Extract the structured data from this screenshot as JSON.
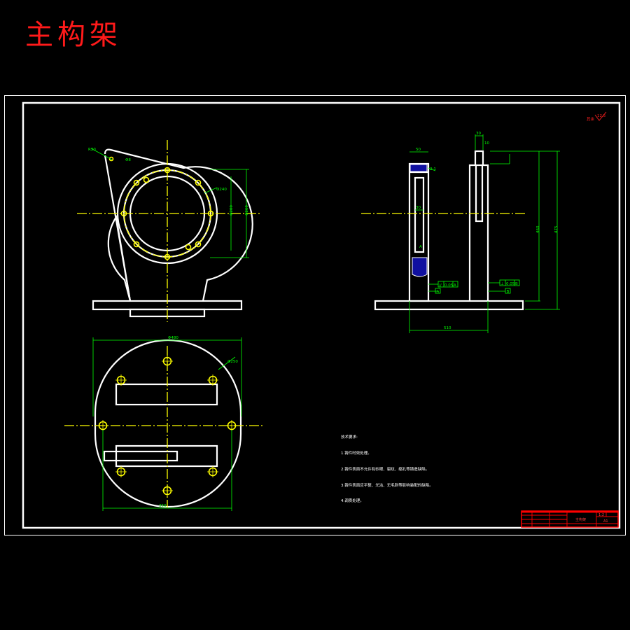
{
  "title": "主构架",
  "colors": {
    "background": "#000000",
    "title": "#ff1a1a",
    "outline": "#ffffff",
    "centerline": "#ffff00",
    "dimension": "#00ff00",
    "section": "#1010a0",
    "titleblock": "#ff0000"
  },
  "dimensions": {
    "front_corner": "R20",
    "front_hole": "Φ8",
    "front_bolt_circle": "Φ240",
    "front_inner_dia": "Φ200",
    "front_height": "Φ260",
    "side_top_width": "30",
    "side_top_offset": "10",
    "side_slot_label": "2:1",
    "side_wall": "30",
    "side_left_width": "50",
    "side_section_mark": "A",
    "side_height": "460",
    "side_total_height": "475",
    "side_base_width": "510",
    "top_width": "Φ480",
    "top_bolt_circle": "Φ250",
    "top_base_width": "350",
    "roughness": "12.5",
    "roughness_label": "其余"
  },
  "tolerance_frames": {
    "parallel": [
      "//",
      "0.05",
      "A"
    ],
    "perpendicular": [
      "⊥",
      "0.05",
      "B"
    ],
    "datum_a": "A",
    "datum_b": "B"
  },
  "notes": {
    "heading": "技术要求:",
    "lines": [
      "1.铸件时效处理。",
      "2.铸件表面不允许有砂眼、裂纹、缩孔等铸造缺陷。",
      "3.铸件表面应平整、光洁、无毛刺等影响装配的缺陷。",
      "4.调质处理。"
    ]
  },
  "titleblock": {
    "part_name": "主构架",
    "scale": "1:2",
    "sheet": "A1"
  }
}
